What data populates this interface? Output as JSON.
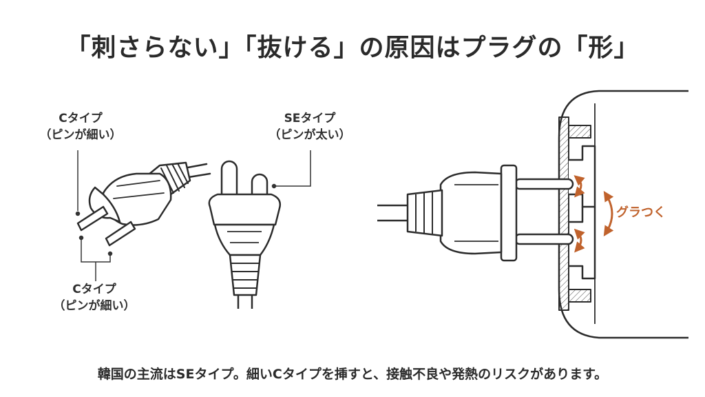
{
  "title": "「刺さらない」「抜ける」の原因はプラグの「形」",
  "c_type_top": {
    "name": "Cタイプ",
    "note": "（ピンが細い）"
  },
  "se_type": {
    "name": "SEタイプ",
    "note": "（ピンが太い）"
  },
  "c_type_bottom": {
    "name": "Cタイプ",
    "note": "（ピンが細い）"
  },
  "wobble_label": "グラつく",
  "caption": "韓国の主流はSEタイプ。細いCタイプを挿すと、接触不良や発熱のリスクがあります。",
  "colors": {
    "accent": "#c0622c",
    "line": "#2b2b2b"
  }
}
